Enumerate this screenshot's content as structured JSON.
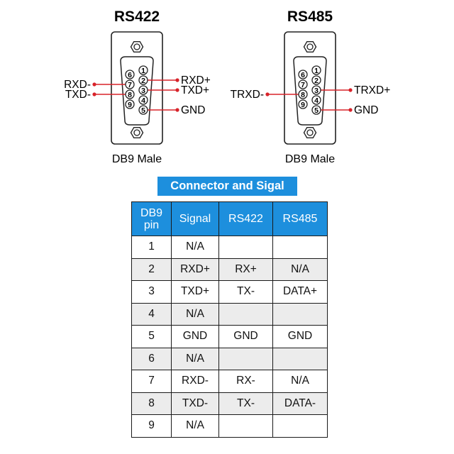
{
  "connectors": [
    {
      "title": "RS422",
      "caption": "DB9 Male",
      "left_labels": [
        {
          "pin": 7,
          "text": "RXD-"
        },
        {
          "pin": 8,
          "text": "TXD-"
        }
      ],
      "right_labels": [
        {
          "pin": 2,
          "text": "RXD+"
        },
        {
          "pin": 3,
          "text": "TXD+"
        },
        {
          "pin": 5,
          "text": "GND"
        }
      ]
    },
    {
      "title": "RS485",
      "caption": "DB9 Male",
      "left_labels": [
        {
          "pin": 8,
          "text": "TRXD-"
        }
      ],
      "right_labels": [
        {
          "pin": 3,
          "text": "TRXD+"
        },
        {
          "pin": 5,
          "text": "GND"
        }
      ]
    }
  ],
  "colors": {
    "accent": "#1d8fdd",
    "wire": "#d8232a",
    "row_alt": "#ececec"
  },
  "table": {
    "title": "Connector and Sigal",
    "headers": [
      "DB9 pin",
      "Signal",
      "RS422",
      "RS485"
    ],
    "rows": [
      [
        "1",
        "N/A",
        "",
        ""
      ],
      [
        "2",
        "RXD+",
        "RX+",
        "N/A"
      ],
      [
        "3",
        "TXD+",
        "TX-",
        "DATA+"
      ],
      [
        "4",
        "N/A",
        "",
        ""
      ],
      [
        "5",
        "GND",
        "GND",
        "GND"
      ],
      [
        "6",
        "N/A",
        "",
        ""
      ],
      [
        "7",
        "RXD-",
        "RX-",
        "N/A"
      ],
      [
        "8",
        "TXD-",
        "TX-",
        "DATA-"
      ],
      [
        "9",
        "N/A",
        "",
        ""
      ]
    ]
  }
}
